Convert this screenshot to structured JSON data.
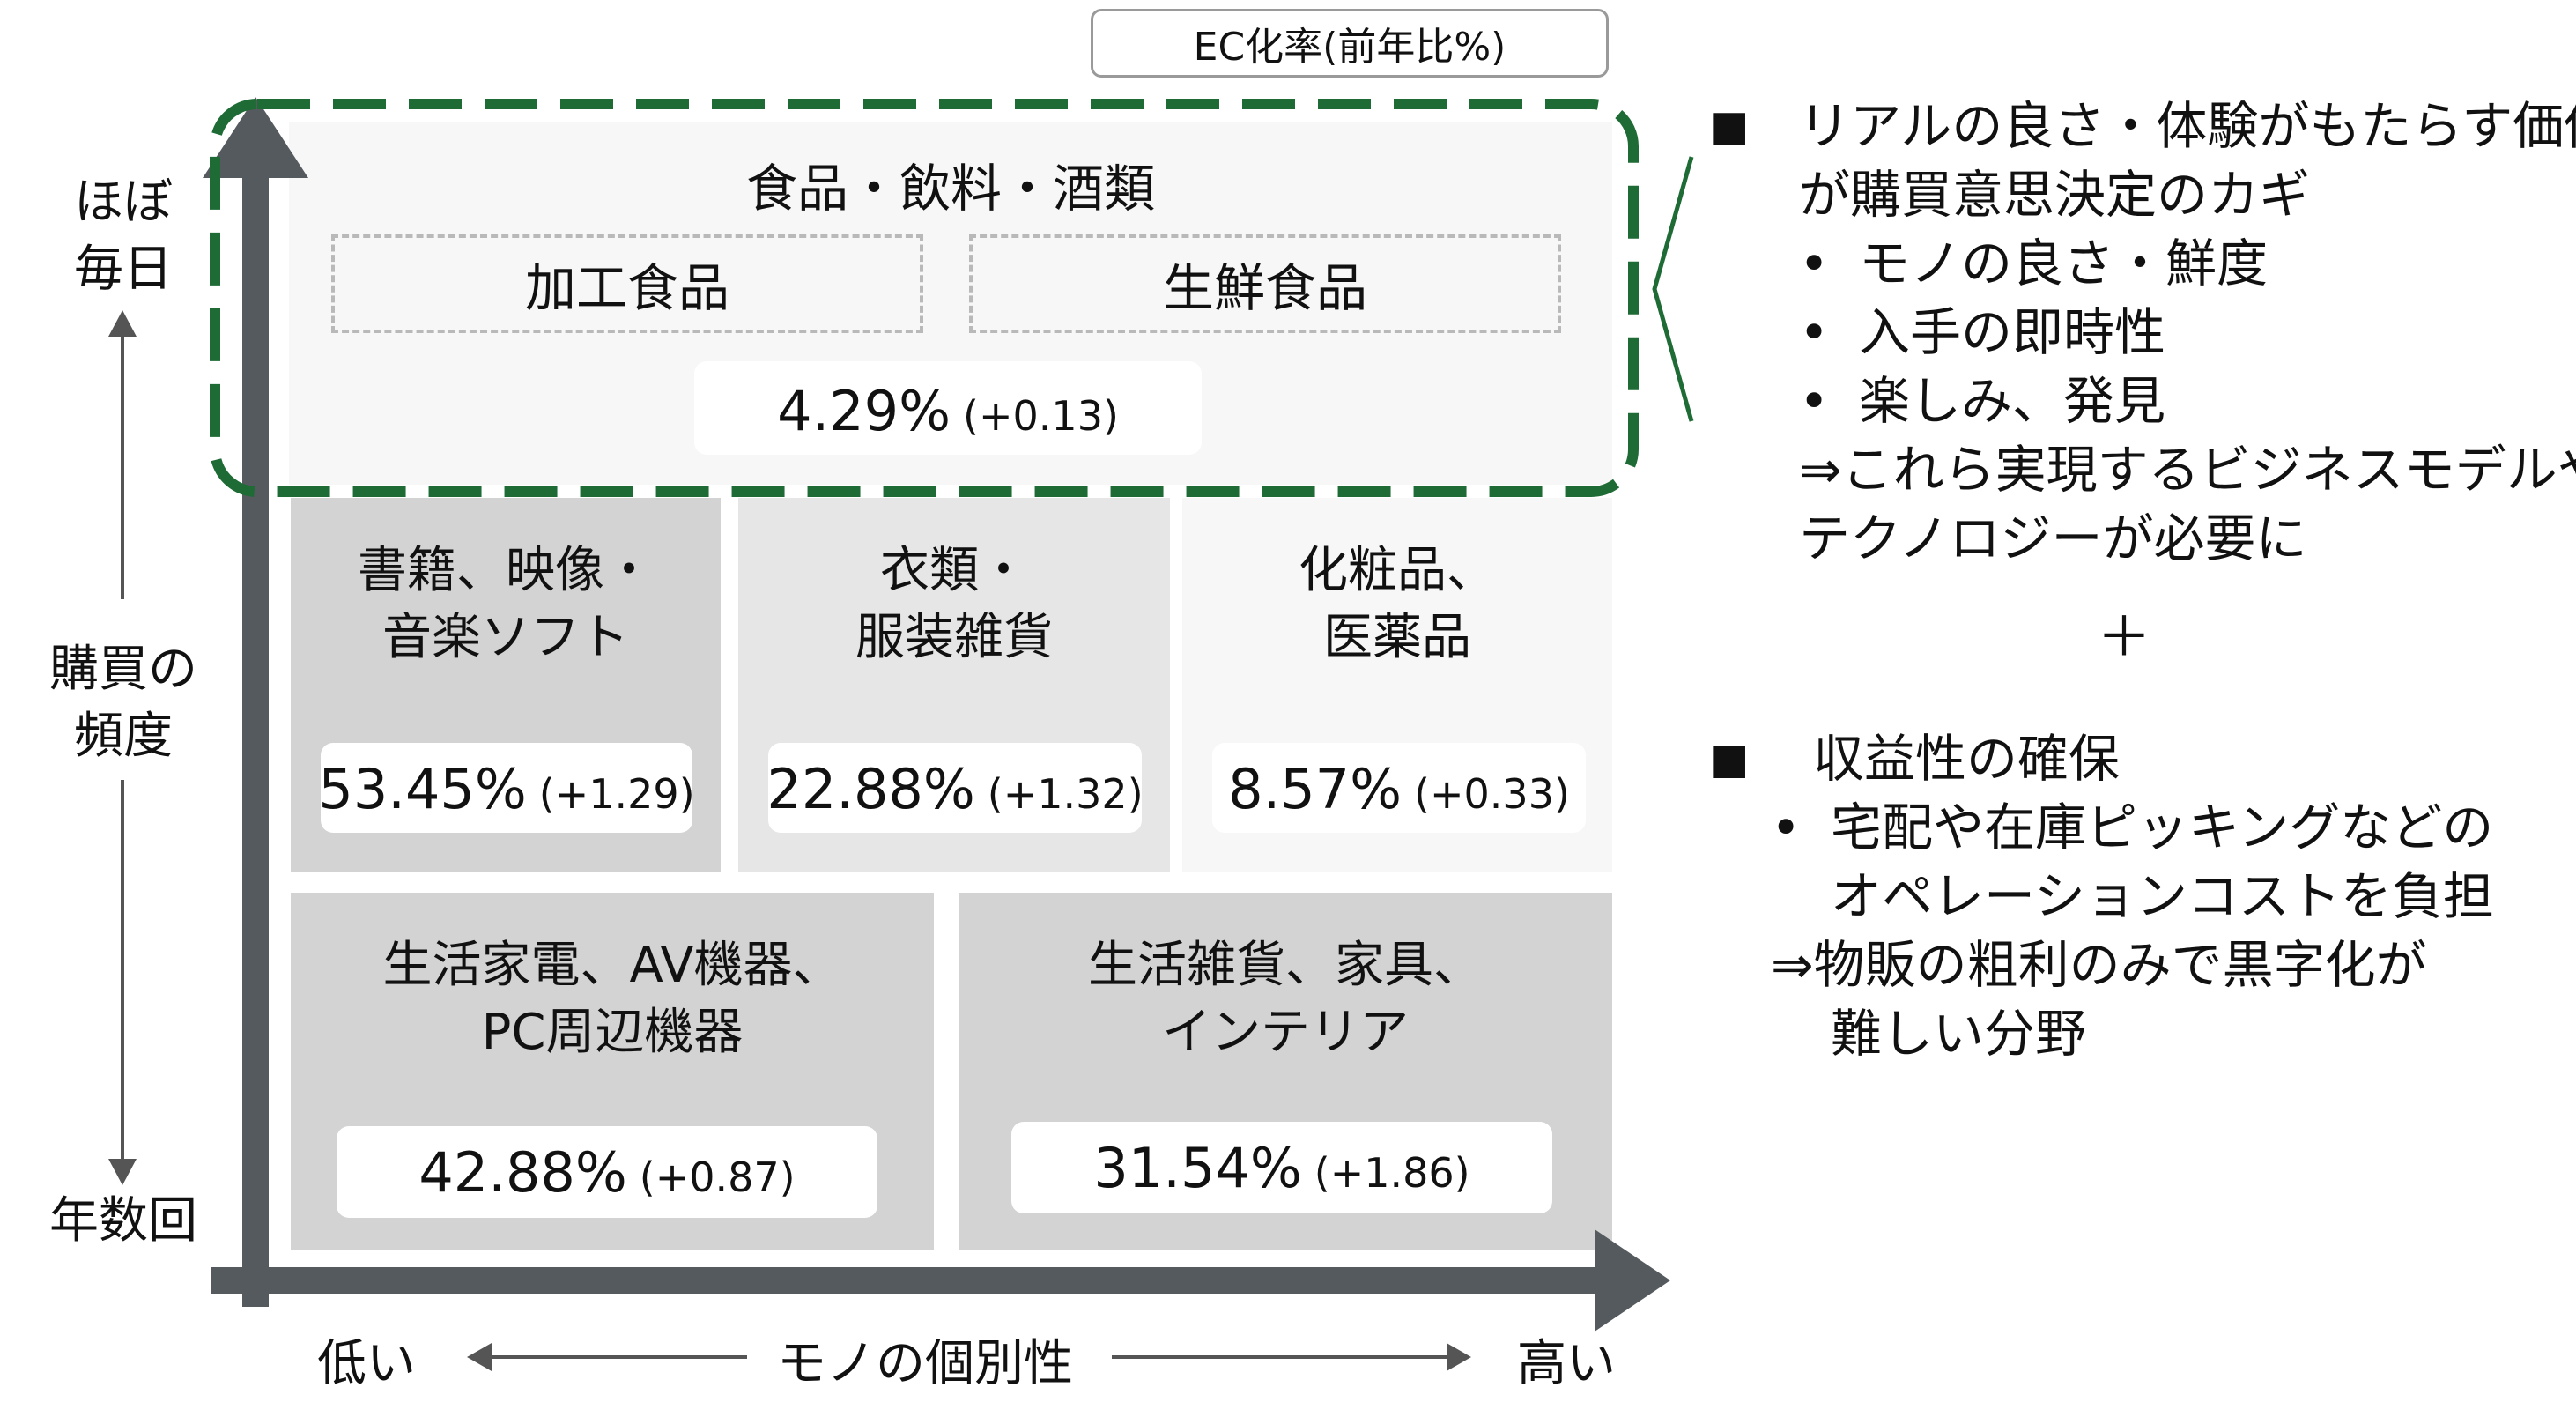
{
  "legend": {
    "label": "EC化率(前年比%)"
  },
  "y_axis": {
    "top_label": "ほぼ\n毎日",
    "mid_label": "購買の\n頻度",
    "bottom_label": "年数回"
  },
  "x_axis": {
    "left_label": "低い",
    "mid_label": "モノの個別性",
    "right_label": "高い"
  },
  "cells": {
    "food": {
      "title": "食品・飲料・酒類",
      "sub_left": "加工食品",
      "sub_right": "生鮮食品",
      "percent": "4.29%",
      "change": "(+0.13)"
    },
    "books": {
      "title": "書籍、映像・\n音楽ソフト",
      "percent": "53.45%",
      "change": "(+1.29)"
    },
    "clothing": {
      "title": "衣類・\n服装雑貨",
      "percent": "22.88%",
      "change": "(+1.32)"
    },
    "cosmetics": {
      "title": "化粧品、\n医薬品",
      "percent": "8.57%",
      "change": "(+0.33)"
    },
    "appliances": {
      "title": "生活家電、AV機器、\nPC周辺機器",
      "percent": "42.88%",
      "change": "(+0.87)"
    },
    "household": {
      "title": "生活雑貨、家具、\nインテリア",
      "percent": "31.54%",
      "change": "(+1.86)"
    }
  },
  "notes": {
    "section1": {
      "bullet": "■",
      "heading_line1": "リアルの良さ・体験がもたらす価値",
      "heading_line2": "が購買意思決定のカギ",
      "items": [
        "モノの良さ・鮮度",
        "入手の即時性",
        "楽しみ、発見"
      ],
      "item_bullet": "•",
      "conclusion_line1": "⇒これら実現するビジネスモデルや",
      "conclusion_line2": "テクノロジーが必要に"
    },
    "plus": "＋",
    "section2": {
      "bullet": "■",
      "heading": "収益性の確保",
      "item_bullet": "•",
      "item_line1": "宅配や在庫ピッキングなどの",
      "item_line2": "オペレーションコストを負担",
      "conclusion_line1": "⇒物販の粗利のみで黒字化が",
      "conclusion_line2": "難しい分野"
    }
  },
  "colors": {
    "axis": "#555a5e",
    "highlight_dash": "#1e6b35",
    "cell_dark": "#d3d3d3",
    "cell_mid": "#e6e6e6",
    "cell_light": "#f7f7f7"
  }
}
